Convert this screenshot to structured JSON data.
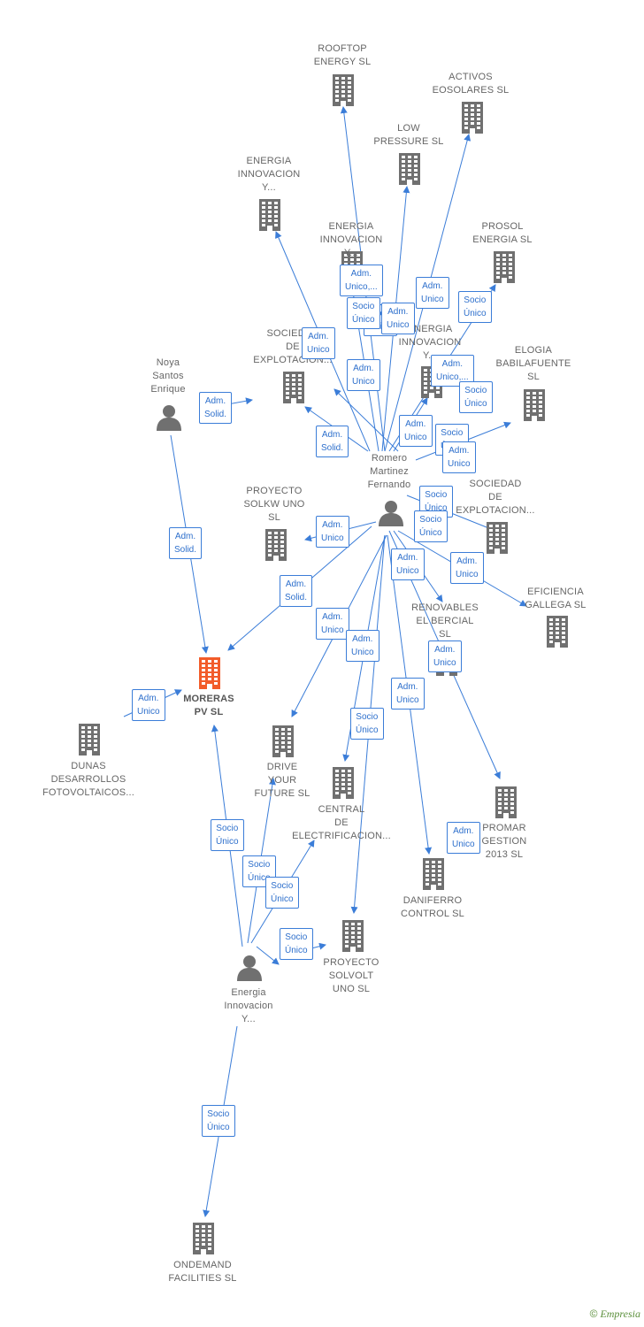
{
  "diagram": {
    "focus_color": "#f25c2a",
    "node_color": "#707070",
    "edge_color": "#3b7dd8",
    "companies": [
      {
        "id": "rooftop",
        "lines": [
          "ROOFTOP",
          "ENERGY  SL"
        ]
      },
      {
        "id": "activos",
        "lines": [
          "ACTIVOS",
          "EOSOLARES SL"
        ]
      },
      {
        "id": "low",
        "lines": [
          "LOW",
          "PRESSURE  SL"
        ]
      },
      {
        "id": "energia1",
        "lines": [
          "ENERGIA",
          "INNOVACION",
          "Y..."
        ]
      },
      {
        "id": "energia2",
        "lines": [
          "ENERGIA",
          "INNOVACION",
          "Y..."
        ]
      },
      {
        "id": "prosol",
        "lines": [
          "PROSOL",
          "ENERGIA  SL"
        ]
      },
      {
        "id": "sociedad1",
        "lines": [
          "SOCIEDAD",
          "DE",
          "EXPLOTACION..."
        ]
      },
      {
        "id": "energia3",
        "lines": [
          "ENERGIA",
          "INNOVACION",
          "Y..."
        ]
      },
      {
        "id": "elogia",
        "lines": [
          "ELOGIA",
          "BABILAFUENTE",
          "SL"
        ]
      },
      {
        "id": "sociedad2",
        "lines": [
          "SOCIEDAD",
          "DE",
          "EXPLOTACION..."
        ]
      },
      {
        "id": "proyecto_solkw",
        "lines": [
          "PROYECTO",
          "SOLKW UNO",
          "SL"
        ]
      },
      {
        "id": "eficiencia",
        "lines": [
          "EFICIENCIA",
          "GALLEGA SL"
        ]
      },
      {
        "id": "renovables",
        "lines": [
          "RENOVABLES",
          "EL BERCIAL",
          "SL"
        ]
      },
      {
        "id": "moreras",
        "lines": [
          "MORERAS",
          "PV  SL"
        ],
        "focus": true
      },
      {
        "id": "dunas",
        "lines": [
          "DUNAS",
          "DESARROLLOS",
          "FOTOVOLTAICOS..."
        ]
      },
      {
        "id": "drive",
        "lines": [
          "DRIVE",
          "YOUR",
          "FUTURE  SL"
        ]
      },
      {
        "id": "central",
        "lines": [
          "CENTRAL",
          "DE",
          "ELECTRIFICACION..."
        ]
      },
      {
        "id": "promar",
        "lines": [
          "PROMAR",
          "GESTION",
          "2013  SL"
        ]
      },
      {
        "id": "daniferro",
        "lines": [
          "DANIFERRO",
          "CONTROL  SL"
        ]
      },
      {
        "id": "proyecto_solvolt",
        "lines": [
          "PROYECTO",
          "SOLVOLT",
          "UNO  SL"
        ]
      },
      {
        "id": "ondemand",
        "lines": [
          "ONDEMAND",
          "FACILITIES SL"
        ]
      }
    ],
    "persons": [
      {
        "id": "noya",
        "lines": [
          "Noya",
          "Santos",
          "Enrique"
        ]
      },
      {
        "id": "romero",
        "lines": [
          "Romero",
          "Martinez",
          "Fernando"
        ]
      },
      {
        "id": "energia_p",
        "lines": [
          "Energia",
          "Innovacion",
          "Y..."
        ]
      }
    ],
    "roles": [
      {
        "lines": [
          "Adm.",
          "Unico,..."
        ]
      },
      {
        "lines": [
          "Adm.",
          "Unico"
        ]
      },
      {
        "lines": [
          "Socio",
          "Único"
        ]
      },
      {
        "lines": [
          "Socio",
          "Único"
        ]
      },
      {
        "lines": [
          "Adm.",
          "Unico"
        ]
      },
      {
        "lines": [
          "Adm.",
          "Unico"
        ]
      },
      {
        "lines": [
          "Adm.",
          "Unico"
        ]
      },
      {
        "lines": [
          "Adm.",
          "Unico,..."
        ]
      },
      {
        "lines": [
          "Adm.",
          "Unico"
        ]
      },
      {
        "lines": [
          "Socio",
          "Único"
        ]
      },
      {
        "lines": [
          "Adm.",
          "Solid."
        ]
      },
      {
        "lines": [
          "Socio",
          "Único"
        ]
      },
      {
        "lines": [
          "Adm.",
          "Solid."
        ]
      },
      {
        "lines": [
          "Socio",
          "Único"
        ]
      },
      {
        "lines": [
          "Adm.",
          "Unico"
        ]
      },
      {
        "lines": [
          "Socio",
          "Único"
        ]
      },
      {
        "lines": [
          "Adm.",
          "Unico"
        ]
      },
      {
        "lines": [
          "Adm.",
          "Unico"
        ]
      },
      {
        "lines": [
          "Adm.",
          "Solid."
        ]
      },
      {
        "lines": [
          "Adm.",
          "Unico"
        ]
      },
      {
        "lines": [
          "Adm.",
          "Unico"
        ]
      },
      {
        "lines": [
          "Adm.",
          "Solid."
        ]
      },
      {
        "lines": [
          "Adm.",
          "Unico"
        ]
      },
      {
        "lines": [
          "Adm.",
          "Unico"
        ]
      },
      {
        "lines": [
          "Adm.",
          "Unico"
        ]
      },
      {
        "lines": [
          "Socio",
          "Único"
        ]
      },
      {
        "lines": [
          "Adm.",
          "Unico"
        ]
      },
      {
        "lines": [
          "Adm.",
          "Unico"
        ]
      },
      {
        "lines": [
          "Socio",
          "Único"
        ]
      },
      {
        "lines": [
          "Socio",
          "Único"
        ]
      },
      {
        "lines": [
          "Socio",
          "Único"
        ]
      },
      {
        "lines": [
          "Socio",
          "Único"
        ]
      },
      {
        "lines": [
          "Socio",
          "Único"
        ]
      },
      {
        "lines": [
          "Socio",
          "Único"
        ]
      }
    ]
  },
  "footer": {
    "copyright_symbol": "©",
    "brand": "Empresia"
  }
}
